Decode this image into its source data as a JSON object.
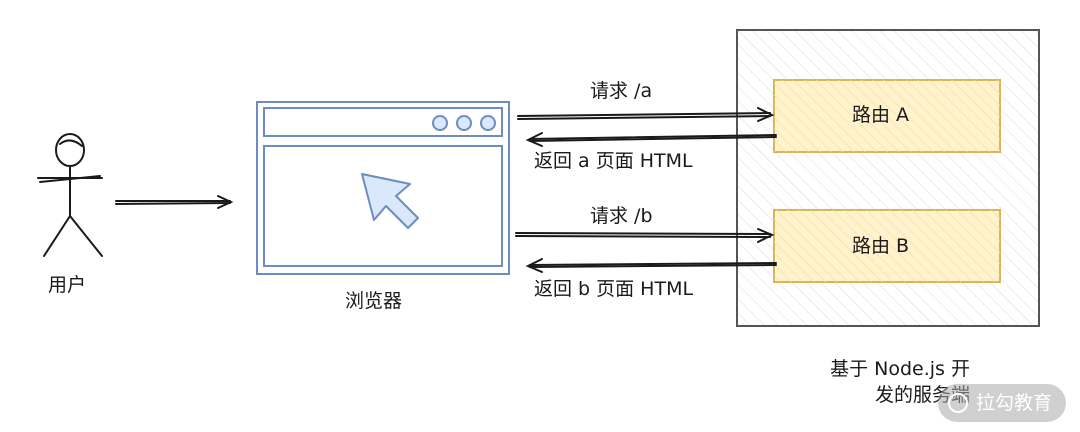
{
  "actor": {
    "label": "用户"
  },
  "browser": {
    "label": "浏览器"
  },
  "requests": [
    {
      "label": "请求 /a",
      "response_label": "返回 a 页面 HTML"
    },
    {
      "label": "请求 /b",
      "response_label": "返回 b 页面 HTML"
    }
  ],
  "routes": [
    {
      "label": "路由 A"
    },
    {
      "label": "路由 B"
    }
  ],
  "server": {
    "caption_line1": "基于 Node.js 开",
    "caption_line2": "发的服务端"
  },
  "watermark": {
    "text": "拉勾教育"
  },
  "colors": {
    "browser_stroke": "#6c8ebf",
    "browser_fill": "#dae8fc",
    "route_fill": "#fff2cc",
    "route_stroke": "#d6b656",
    "server_stroke": "#555555"
  }
}
